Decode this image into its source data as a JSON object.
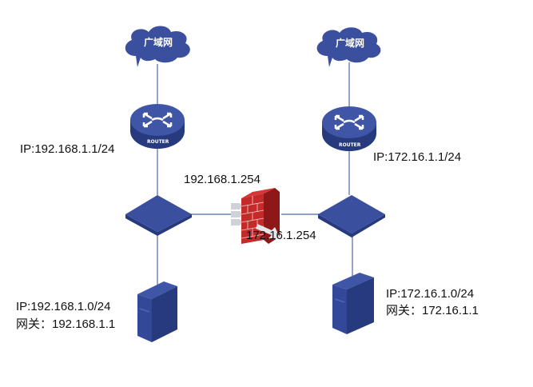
{
  "diagram": {
    "colors": {
      "device_blue": "#3a4f9e",
      "device_dark": "#283a7e",
      "link": "#4a6aa8",
      "firewall_red": "#c42a2a",
      "firewall_dark": "#8e1818"
    },
    "left": {
      "cloud_label": "广域网",
      "router_label": "ROUTER",
      "router_ip": "IP:192.168.1.1/24",
      "host_ip": "IP:192.168.1.0/24",
      "host_gateway": "网关：192.168.1.1"
    },
    "right": {
      "cloud_label": "广域网",
      "router_label": "ROUTER",
      "router_ip": "IP:172.16.1.1/24",
      "host_ip": "IP:172.16.1.0/24",
      "host_gateway": "网关：172.16.1.1"
    },
    "firewall": {
      "left_ip": "192.168.1.254",
      "right_ip": "172.16.1.254"
    }
  }
}
